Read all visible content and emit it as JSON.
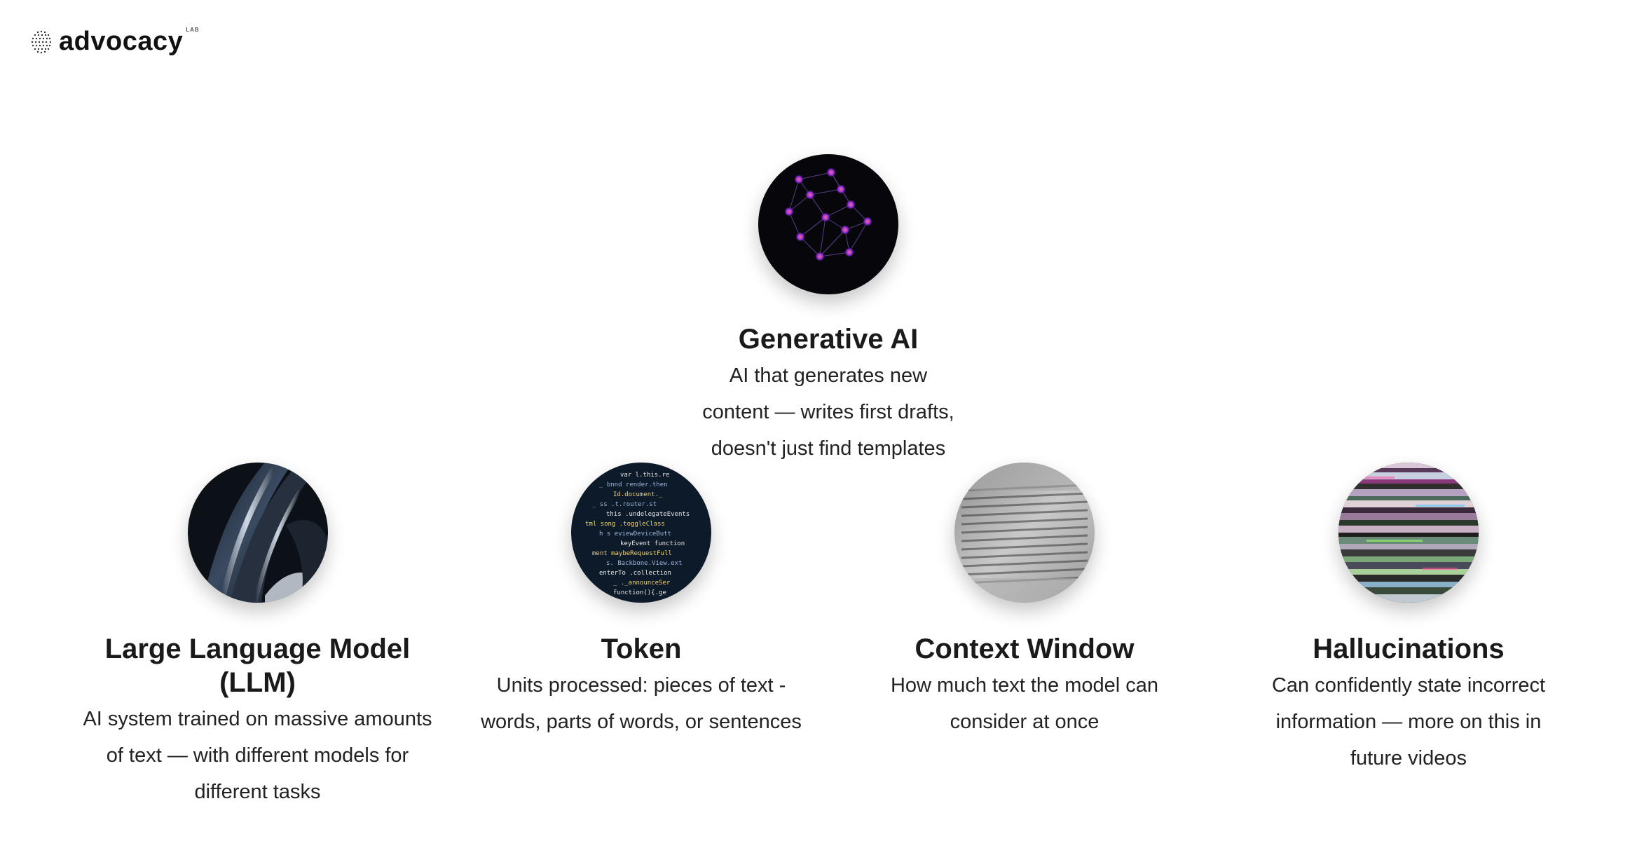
{
  "brand": {
    "name": "advocacy",
    "superscript": "LAB",
    "logo_icon": "globe-dots-icon"
  },
  "cards": {
    "genai": {
      "title": "Generative AI",
      "description": "AI that generates new content — writes first drafts, doesn't just find templates",
      "image": "neural-network-image"
    },
    "llm": {
      "title": "Large Language Model (LLM)",
      "description": "AI system trained on massive amounts of text — with different models for different tasks",
      "image": "abstract-metal-image"
    },
    "token": {
      "title": "Token",
      "description": "Units processed: pieces of text - words, parts of words, or sentences",
      "image": "code-screen-image"
    },
    "context": {
      "title": "Context Window",
      "description": "How much text the model can consider at once",
      "image": "book-page-image"
    },
    "hallucinations": {
      "title": "Hallucinations",
      "description": "Can confidently state incorrect information — more on this in future videos",
      "image": "glitch-image"
    }
  },
  "colors": {
    "text": "#1a1a1a",
    "background": "#ffffff"
  }
}
